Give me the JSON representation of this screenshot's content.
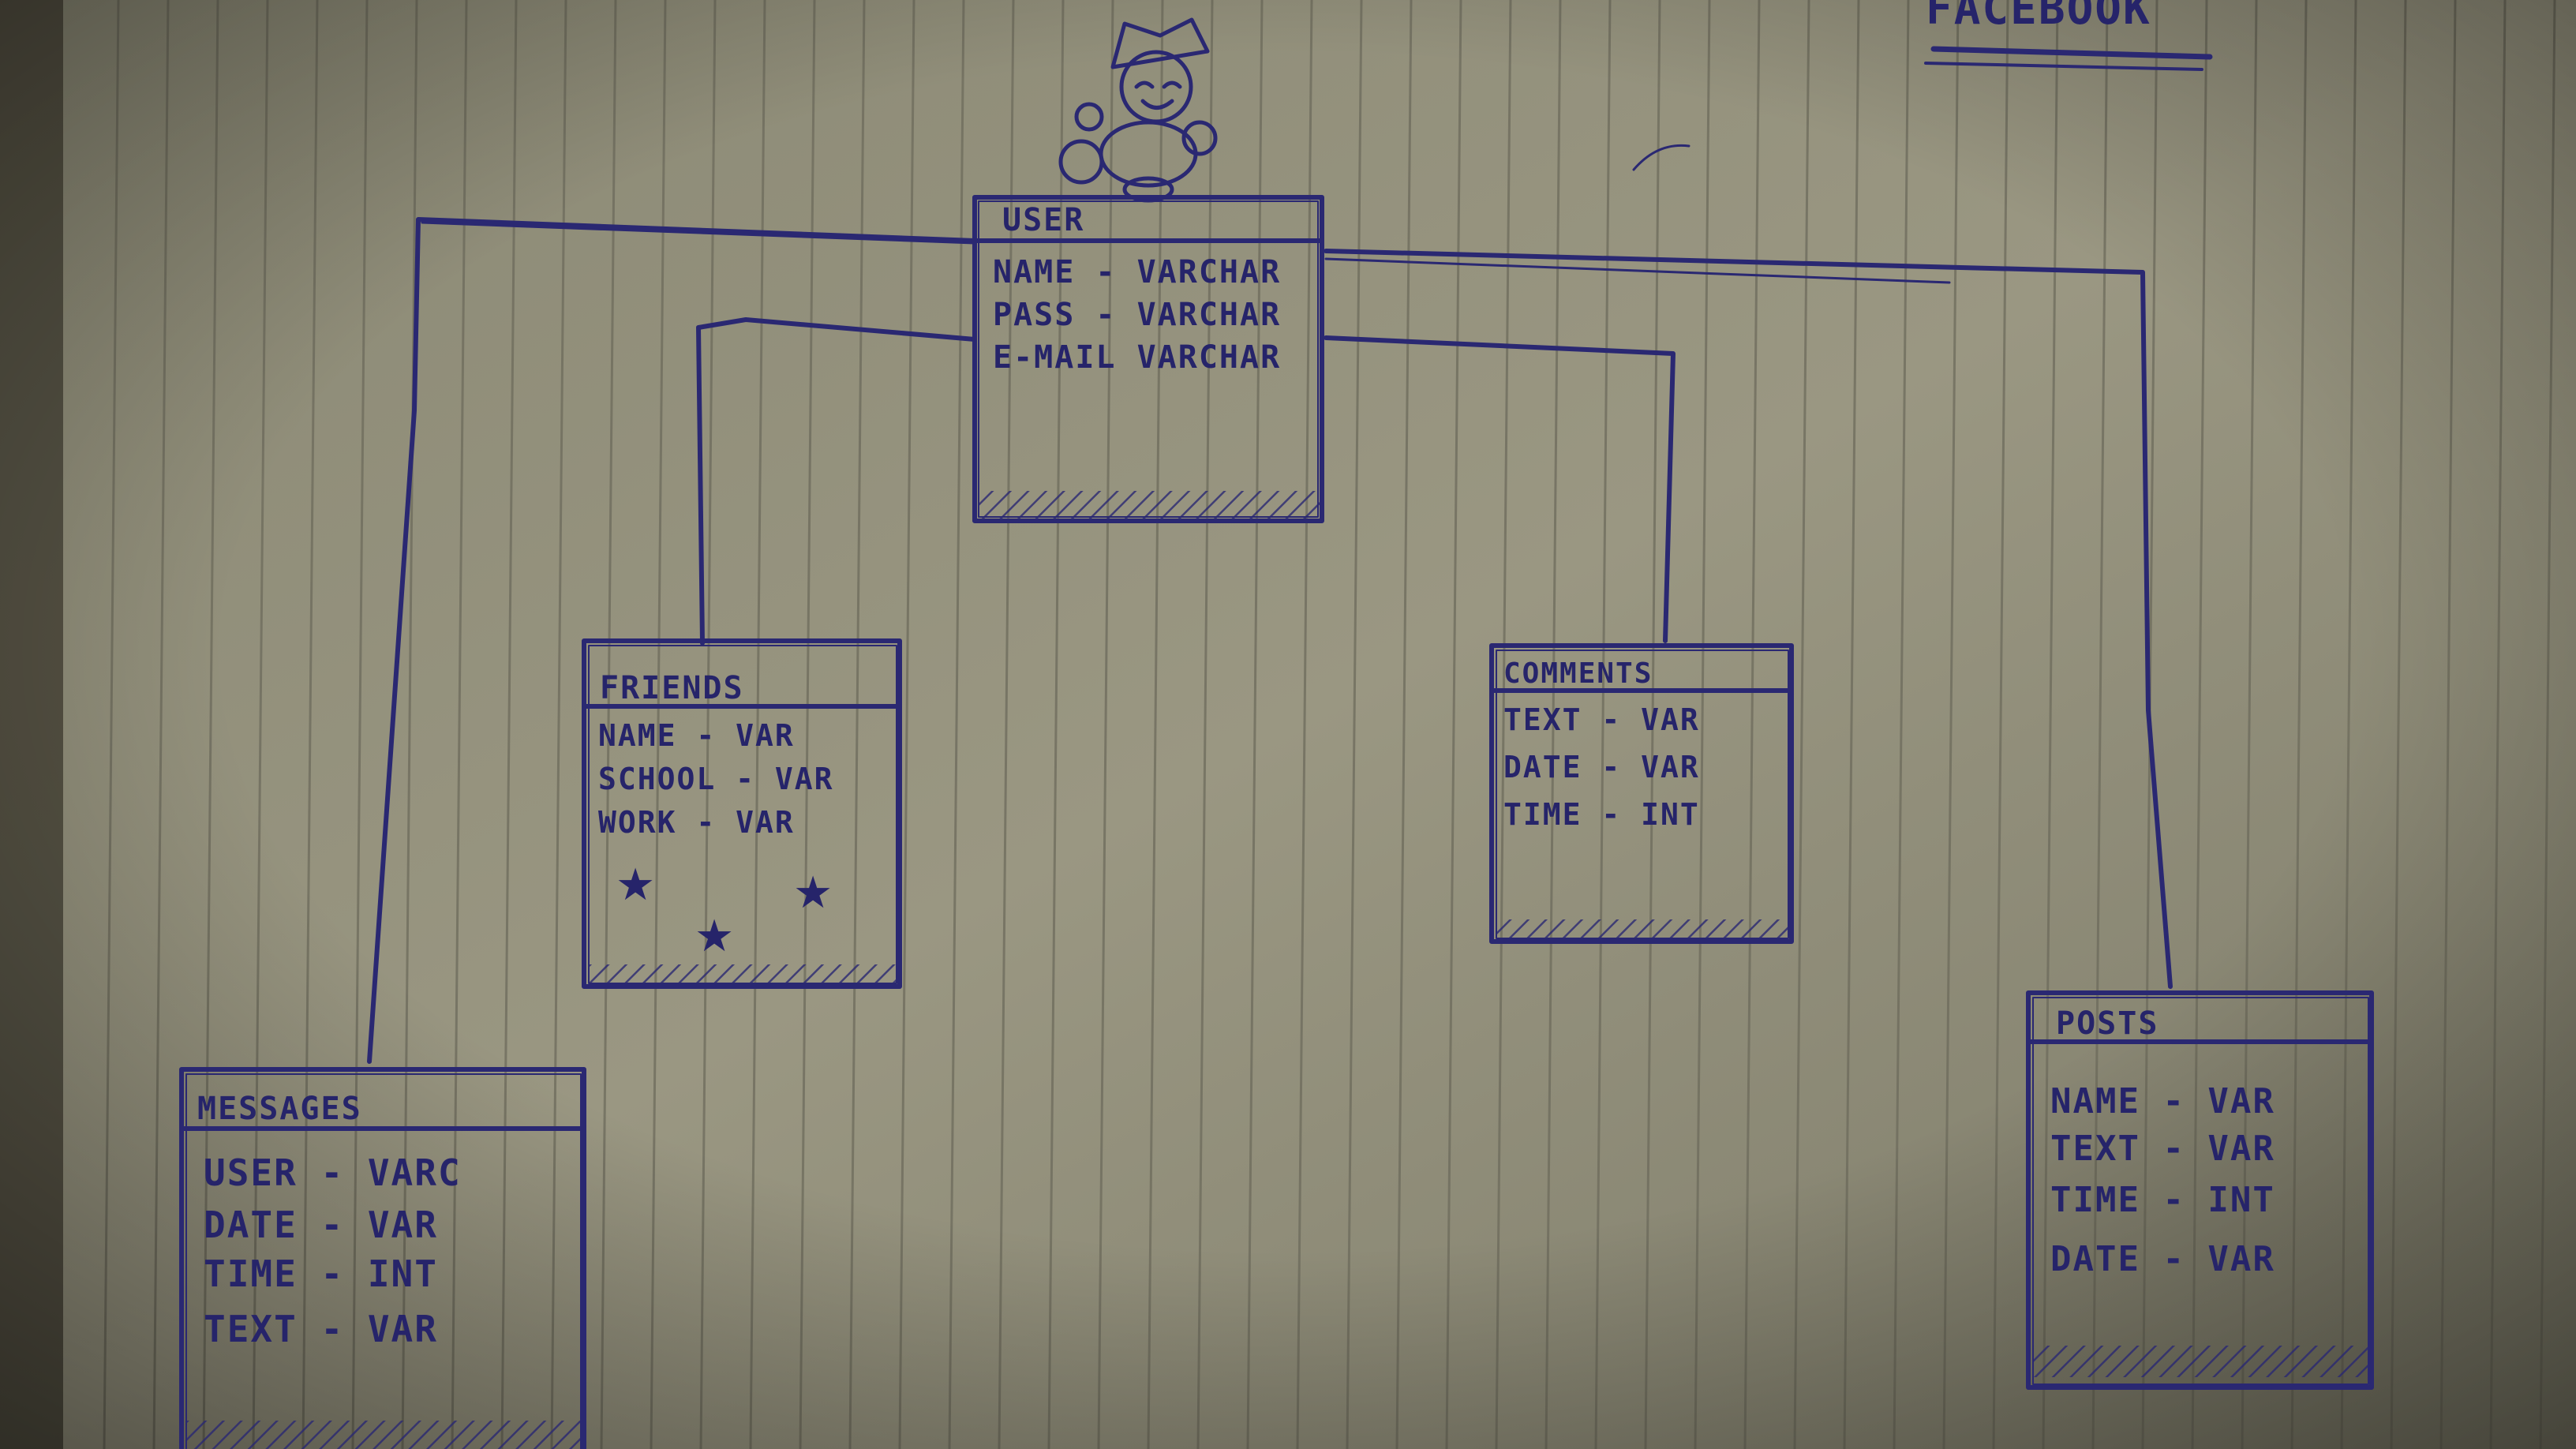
{
  "page_title": "FACEBOOK",
  "entities": {
    "user": {
      "title": "USER",
      "fields": [
        "NAME - VARCHAR",
        "PASS - VARCHAR",
        "E-MAIL VARCHAR"
      ]
    },
    "friends": {
      "title": "FRIENDS",
      "fields": [
        "NAME - VAR",
        "SCHOOL - VAR",
        "WORK - VAR"
      ]
    },
    "comments": {
      "title": "COMMENTS",
      "fields": [
        "TEXT - VAR",
        "DATE - VAR",
        "TIME - INT"
      ]
    },
    "messages": {
      "title": "MESSAGES",
      "fields": [
        "USER - VARC",
        "DATE - VAR",
        "TIME - INT",
        "TEXT - VAR"
      ]
    },
    "posts": {
      "title": "POSTS",
      "fields": [
        "NAME - VAR",
        "TEXT - VAR",
        "TIME - INT",
        "DATE - VAR"
      ]
    }
  },
  "colors": {
    "ink": "#2a2872",
    "paper": "#8e8b78",
    "rule_line": "#6f6d60"
  }
}
